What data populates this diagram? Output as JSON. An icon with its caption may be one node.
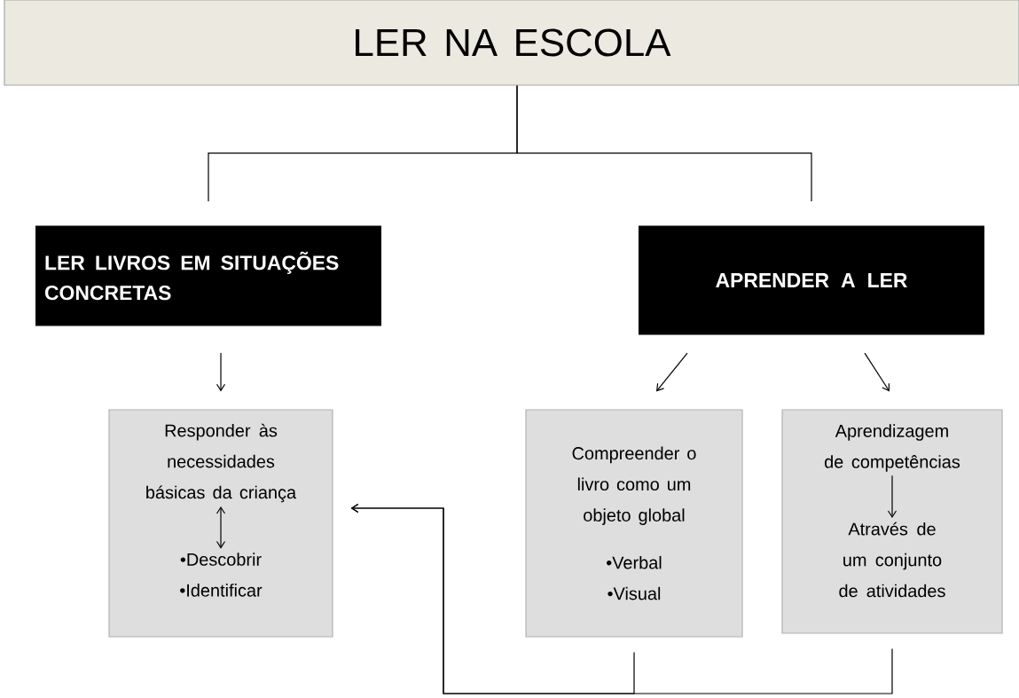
{
  "diagram": {
    "nodes": [
      {
        "text": [
          "LER NA ESCOLA"
        ]
      },
      {
        "text": [
          "LER LIVROS EM SITUAÇÕES CONCRETAS"
        ]
      },
      {
        "text": [
          "APRENDER A LER"
        ]
      },
      {
        "text": [],
        "shape": "box"
      },
      {
        "text": [
          "Responder às necessidades básicas da criança"
        ],
        "in": 3
      },
      {
        "text": [
          "•Descobrir •Identificar"
        ],
        "in": 3
      },
      {
        "text": [
          "Compreender o livro como um objeto global",
          "•Verbal •Visual"
        ]
      },
      {
        "text": [],
        "shape": "box"
      },
      {
        "text": [
          "Aprendizagem de competências"
        ],
        "in": 7
      },
      {
        "text": [
          "Através de um conjunto de atividades"
        ],
        "in": 7
      }
    ],
    "edges": [
      {
        "from": 0,
        "to": 1,
        "arrow": "none"
      },
      {
        "from": 0,
        "to": 2,
        "arrow": "none"
      },
      {
        "from": 1,
        "to": 3,
        "arrow": "to"
      },
      {
        "from": 2,
        "to": 6,
        "arrow": "to"
      },
      {
        "from": 2,
        "to": 7,
        "arrow": "to"
      },
      {
        "from": 4,
        "to": 5,
        "arrow": "both"
      },
      {
        "from": 8,
        "to": 9,
        "arrow": "to"
      },
      {
        "from": 6,
        "to": 3,
        "arrow": "to"
      },
      {
        "from": 7,
        "to": 3,
        "arrow": "to"
      }
    ]
  }
}
